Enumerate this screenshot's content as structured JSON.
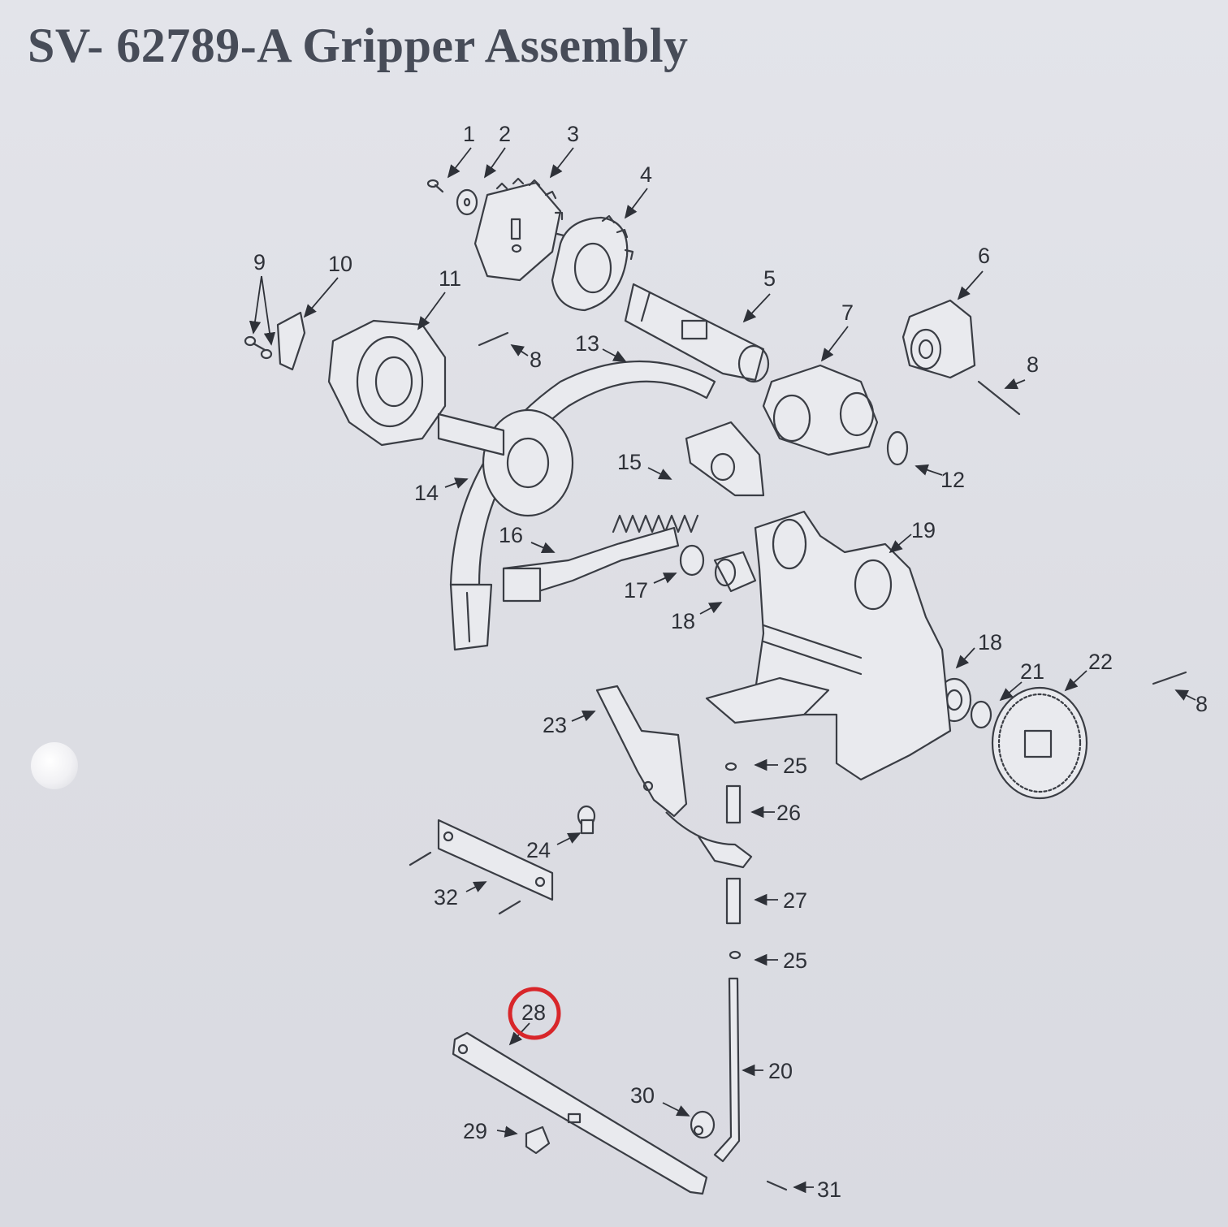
{
  "title": "SV- 62789-A Gripper Assembly",
  "highlight": {
    "label": "28",
    "color": "#d8262a"
  },
  "callouts": [
    {
      "id": "c1",
      "text": "1"
    },
    {
      "id": "c2",
      "text": "2"
    },
    {
      "id": "c3",
      "text": "3"
    },
    {
      "id": "c4",
      "text": "4"
    },
    {
      "id": "c5",
      "text": "5"
    },
    {
      "id": "c6",
      "text": "6"
    },
    {
      "id": "c7",
      "text": "7"
    },
    {
      "id": "c8a",
      "text": "8"
    },
    {
      "id": "c8b",
      "text": "8"
    },
    {
      "id": "c8c",
      "text": "8"
    },
    {
      "id": "c9",
      "text": "9"
    },
    {
      "id": "c10",
      "text": "10"
    },
    {
      "id": "c11",
      "text": "11"
    },
    {
      "id": "c12",
      "text": "12"
    },
    {
      "id": "c13",
      "text": "13"
    },
    {
      "id": "c14",
      "text": "14"
    },
    {
      "id": "c15",
      "text": "15"
    },
    {
      "id": "c16",
      "text": "16"
    },
    {
      "id": "c17",
      "text": "17"
    },
    {
      "id": "c18a",
      "text": "18"
    },
    {
      "id": "c18b",
      "text": "18"
    },
    {
      "id": "c19",
      "text": "19"
    },
    {
      "id": "c20",
      "text": "20"
    },
    {
      "id": "c21",
      "text": "21"
    },
    {
      "id": "c22",
      "text": "22"
    },
    {
      "id": "c23",
      "text": "23"
    },
    {
      "id": "c24",
      "text": "24"
    },
    {
      "id": "c25a",
      "text": "25"
    },
    {
      "id": "c25b",
      "text": "25"
    },
    {
      "id": "c26",
      "text": "26"
    },
    {
      "id": "c27",
      "text": "27"
    },
    {
      "id": "c28",
      "text": "28"
    },
    {
      "id": "c29",
      "text": "29"
    },
    {
      "id": "c30",
      "text": "30"
    },
    {
      "id": "c31",
      "text": "31"
    },
    {
      "id": "c32",
      "text": "32"
    }
  ]
}
